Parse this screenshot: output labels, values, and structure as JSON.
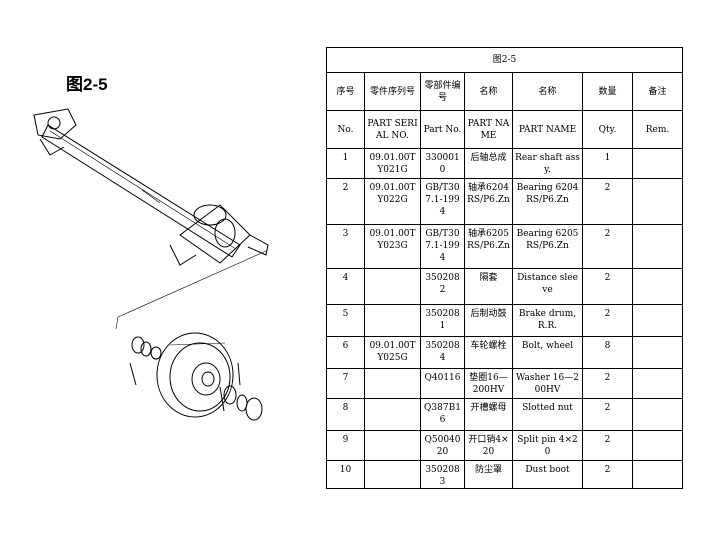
{
  "figure_label": "图2-5",
  "table": {
    "caption": "图2-5",
    "header_cn": {
      "no": "序号",
      "serial": "零件序列号",
      "part_no": "零部件编号",
      "name_cn": "名称",
      "name_en": "名称",
      "qty": "数量",
      "remark": "备注"
    },
    "header_en": {
      "no": "No.",
      "serial": "PART SERIAL NO.",
      "part_no": "Part No.",
      "name_cn": "PART NAME",
      "name_en": "PART NAME",
      "qty": "Qty.",
      "remark": "Rem."
    },
    "rows": [
      {
        "no": "1",
        "serial": "09.01.00T Y021G",
        "part_no": "3300010",
        "name_cn": "后轴总成",
        "name_en": "Rear shaft assy.",
        "qty": "1",
        "remark": ""
      },
      {
        "no": "2",
        "serial": "09.01.00T Y022G",
        "part_no": "GB/T307.1-1994",
        "name_cn": "轴承6204RS/P6.Zn",
        "name_en": "Bearing 6204RS/P6.Zn",
        "qty": "2",
        "remark": ""
      },
      {
        "no": "3",
        "serial": "09.01.00T Y023G",
        "part_no": "GB/T307.1-1994",
        "name_cn": "轴承6205RS/P6.Zn",
        "name_en": "Bearing 6205RS/P6.Zn",
        "qty": "2",
        "remark": ""
      },
      {
        "no": "4",
        "serial": "",
        "part_no": "3502082",
        "name_cn": "隔套",
        "name_en": "Distance sleeve",
        "qty": "2",
        "remark": ""
      },
      {
        "no": "5",
        "serial": "",
        "part_no": "3502081",
        "name_cn": "后制动鼓",
        "name_en": "Brake drum, R.R.",
        "qty": "2",
        "remark": ""
      },
      {
        "no": "6",
        "serial": "09.01.00T Y025G",
        "part_no": "3502084",
        "name_cn": "车轮螺栓",
        "name_en": "Bolt, wheel",
        "qty": "8",
        "remark": ""
      },
      {
        "no": "7",
        "serial": "",
        "part_no": "Q40116",
        "name_cn": "垫圈16—200HV",
        "name_en": "Washer 16—200HV",
        "qty": "2",
        "remark": ""
      },
      {
        "no": "8",
        "serial": "",
        "part_no": "Q387B16",
        "name_cn": "开槽螺母",
        "name_en": "Slotted nut",
        "qty": "2",
        "remark": ""
      },
      {
        "no": "9",
        "serial": "",
        "part_no": "Q5004020",
        "name_cn": "开口销4×20",
        "name_en": "Split pin 4×20",
        "qty": "2",
        "remark": ""
      },
      {
        "no": "10",
        "serial": "",
        "part_no": "3502083",
        "name_cn": "防尘罩",
        "name_en": "Dust boot",
        "qty": "2",
        "remark": ""
      }
    ]
  }
}
